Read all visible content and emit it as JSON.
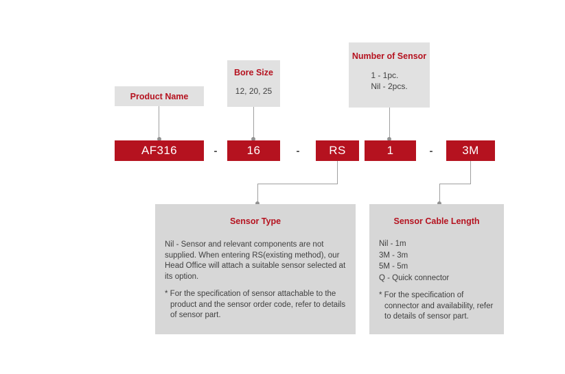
{
  "colors": {
    "accent_red": "#b5121f",
    "callout_gray": "#e1e1e1",
    "panel_gray": "#d7d7d7",
    "line_gray": "#9e9e9e"
  },
  "callouts": {
    "product_name": {
      "title": "Product Name"
    },
    "bore_size": {
      "title": "Bore Size",
      "values": "12, 20, 25"
    },
    "number_of_sensor": {
      "title": "Number of Sensor",
      "options": [
        "1 - 1pc.",
        "Nil - 2pcs."
      ]
    }
  },
  "code": {
    "product": "AF316",
    "bore": "16",
    "sensor_type": "RS",
    "sensor_count": "1",
    "cable_length": "3M",
    "separator": "-"
  },
  "sensor_type_panel": {
    "title": "Sensor Type",
    "description": "Nil - Sensor and relevant components are not supplied. When entering RS(existing method), our Head Office will attach a suitable sensor selected at its option.",
    "note": "* For the specification of sensor attachable to the product and the sensor order code, refer to details of sensor part."
  },
  "cable_length_panel": {
    "title": "Sensor Cable Length",
    "options": [
      "Nil - 1m",
      "3M - 3m",
      "5M - 5m",
      "Q - Quick connector"
    ],
    "note": "* For the specification of connector and availability, refer to details of sensor part."
  }
}
